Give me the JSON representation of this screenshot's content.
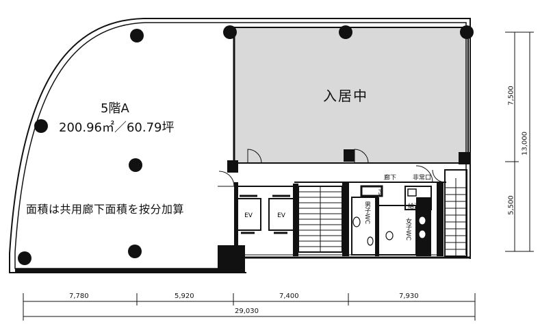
{
  "plan": {
    "unit_name": "5階A",
    "unit_area": "200.96㎡／60.79坪",
    "area_note": "面積は共用廊下面積を按分加算",
    "occupied_label": "入居中",
    "corridor_label": "廊下",
    "emergency_exit_label": "非常口",
    "pantry_label": "給湯",
    "mens_wc_label": "男子WC",
    "womens_wc_label": "女子WC",
    "ps_label": "PS",
    "elevators": [
      "EV",
      "EV"
    ]
  },
  "dimensions": {
    "bottom_segments": [
      "7,780",
      "5,920",
      "7,400",
      "7,930"
    ],
    "bottom_total": "29,030",
    "right_segments": [
      "7,500",
      "5,500"
    ],
    "right_total": "13,000"
  },
  "colors": {
    "occupied_fill": "#d9d9d9",
    "wall": "#111111",
    "background": "#ffffff"
  }
}
